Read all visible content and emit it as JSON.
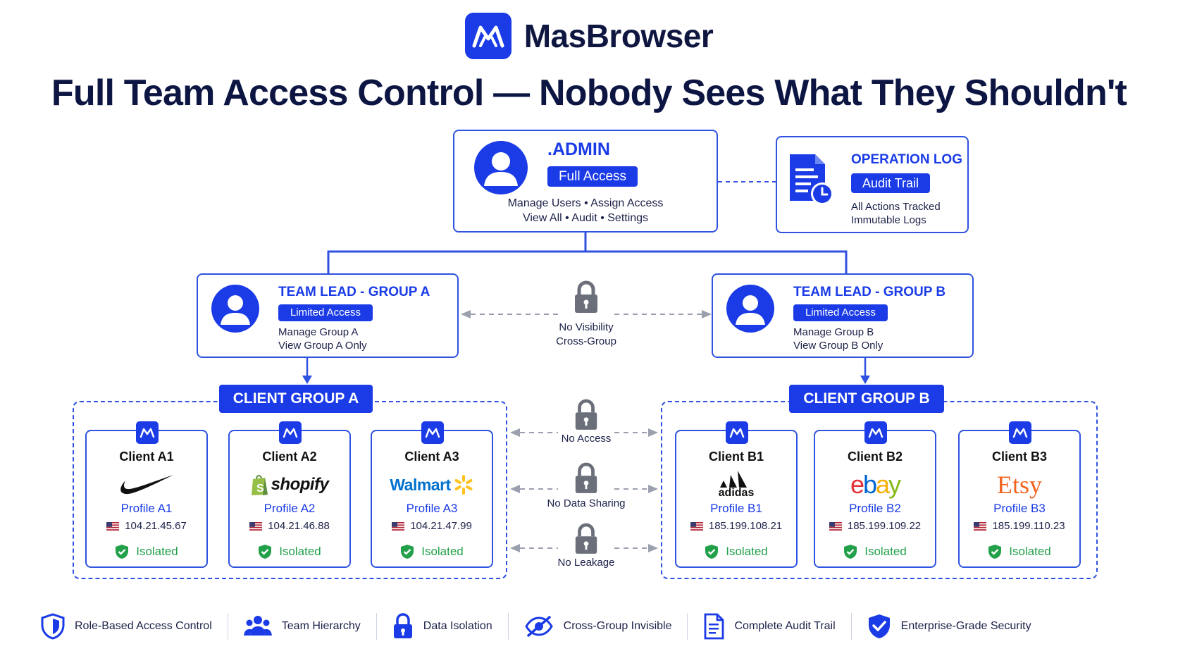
{
  "brand": {
    "name": "MasBrowser"
  },
  "headline": "Full Team Access Control — Nobody Sees What They Shouldn't",
  "admin": {
    "title": ".ADMIN",
    "badge": "Full Access",
    "line1": "Manage Users • Assign Access",
    "line2": "View All • Audit • Settings"
  },
  "operation_log": {
    "title": "OPERATION LOG",
    "badge": "Audit Trail",
    "line1": "All Actions Tracked",
    "line2": "Immutable Logs"
  },
  "team_leads": [
    {
      "title": "TEAM LEAD - GROUP A",
      "badge": "Limited Access",
      "line1": "Manage Group A",
      "line2": "View Group A Only"
    },
    {
      "title": "TEAM LEAD - GROUP B",
      "badge": "Limited Access",
      "line1": "Manage Group B",
      "line2": "View Group B Only"
    }
  ],
  "cross_group": {
    "line1": "No Visibility",
    "line2": "Cross-Group"
  },
  "groups": [
    {
      "label": "CLIENT GROUP A"
    },
    {
      "label": "CLIENT GROUP B"
    }
  ],
  "clients": [
    {
      "name": "Client A1",
      "brand": "nike",
      "profile": "Profile A1",
      "ip": "104.21.45.67",
      "status": "Isolated"
    },
    {
      "name": "Client A2",
      "brand": "shopify",
      "profile": "Profile A2",
      "ip": "104.21.46.88",
      "status": "Isolated"
    },
    {
      "name": "Client A3",
      "brand": "Walmart",
      "profile": "Profile A3",
      "ip": "104.21.47.99",
      "status": "Isolated"
    },
    {
      "name": "Client B1",
      "brand": "adidas",
      "profile": "Profile B1",
      "ip": "185.199.108.21",
      "status": "Isolated"
    },
    {
      "name": "Client B2",
      "brand": "ebay",
      "profile": "Profile B2",
      "ip": "185.199.109.22",
      "status": "Isolated"
    },
    {
      "name": "Client B3",
      "brand": "Etsy",
      "profile": "Profile B3",
      "ip": "185.199.110.23",
      "status": "Isolated"
    }
  ],
  "barriers": [
    {
      "label": "No Access"
    },
    {
      "label": "No Data Sharing"
    },
    {
      "label": "No Leakage"
    }
  ],
  "features": [
    {
      "label": "Role-Based Access Control",
      "icon": "shield-icon"
    },
    {
      "label": "Team Hierarchy",
      "icon": "team-icon"
    },
    {
      "label": "Data Isolation",
      "icon": "lock-icon"
    },
    {
      "label": "Cross-Group Invisible",
      "icon": "eye-off-icon"
    },
    {
      "label": "Complete Audit Trail",
      "icon": "document-icon"
    },
    {
      "label": "Enterprise-Grade Security",
      "icon": "shield-check-icon"
    }
  ],
  "colors": {
    "primary": "#1a3be6",
    "navy": "#0d1642",
    "success": "#22a04a",
    "nike": "#111111",
    "shopify": "#5e8e3e",
    "walmart_blue": "#0071ce",
    "walmart_spark": "#ffc220",
    "ebay_red": "#e53238",
    "ebay_blue": "#0064d2",
    "ebay_yellow": "#f5af02",
    "ebay_green": "#86b817",
    "etsy": "#f1641e"
  }
}
